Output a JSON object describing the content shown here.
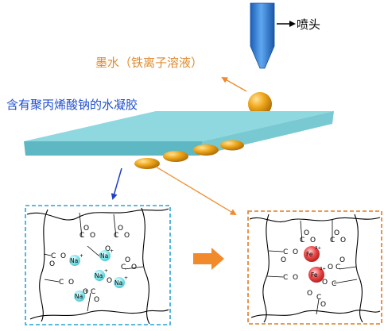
{
  "labels": {
    "nozzle": "喷头",
    "ink": "墨水（铁离子溶液）",
    "hydrogel": "含有聚丙烯酸钠的水凝胶"
  },
  "chem": {
    "carbonyl_o": "O",
    "ester_o": "O",
    "carbon": "C",
    "sodium": "Na",
    "iron": "Fe",
    "plus": "+",
    "charge_3plus": "3+",
    "minus": "−"
  },
  "colors": {
    "nozzle": "#2f7fd6",
    "gel_top": "#8fd8df",
    "gel_side": "#5db8c4",
    "droplet": "#e7a21e",
    "ink_label": "#e08a2e",
    "hydrogel_label": "#1f4fd0",
    "left_box": "#2aa3d9",
    "right_box": "#e07b1e",
    "sodium_ion": "#7fe3ea",
    "iron_ion": "#e23a3a",
    "process_arrow": "#f08a2a"
  }
}
